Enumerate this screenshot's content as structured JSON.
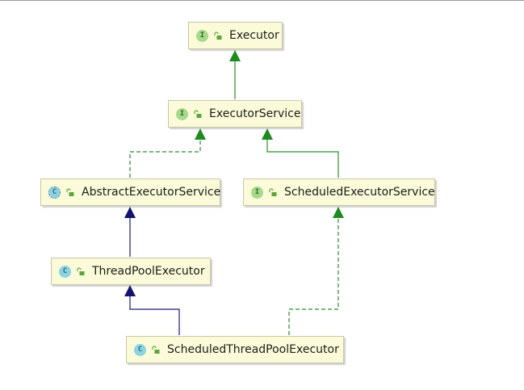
{
  "diagram": {
    "nodes": [
      {
        "id": "executor",
        "label": "Executor",
        "kind": "interface",
        "icon": "interface-icon",
        "letter": "I"
      },
      {
        "id": "executor_service",
        "label": "ExecutorService",
        "kind": "interface",
        "icon": "interface-icon",
        "letter": "I"
      },
      {
        "id": "abstract_executor_service",
        "label": "AbstractExecutorService",
        "kind": "abstract",
        "icon": "abstract-class-icon",
        "letter": "C"
      },
      {
        "id": "scheduled_executor_service",
        "label": "ScheduledExecutorService",
        "kind": "interface",
        "icon": "interface-icon",
        "letter": "I"
      },
      {
        "id": "thread_pool_executor",
        "label": "ThreadPoolExecutor",
        "kind": "class",
        "icon": "class-icon",
        "letter": "C"
      },
      {
        "id": "scheduled_thread_pool_executor",
        "label": "ScheduledThreadPoolExecutor",
        "kind": "class",
        "icon": "class-icon",
        "letter": "C"
      }
    ],
    "edges": [
      {
        "from": "executor_service",
        "to": "executor",
        "relation": "extends-interface",
        "style": "solid",
        "color": "#2e8b2e"
      },
      {
        "from": "abstract_executor_service",
        "to": "executor_service",
        "relation": "implements",
        "style": "dashed",
        "color": "#2e8b2e"
      },
      {
        "from": "scheduled_executor_service",
        "to": "executor_service",
        "relation": "extends-interface",
        "style": "solid",
        "color": "#2e8b2e"
      },
      {
        "from": "thread_pool_executor",
        "to": "abstract_executor_service",
        "relation": "extends",
        "style": "solid",
        "color": "#1a1a7a"
      },
      {
        "from": "scheduled_thread_pool_executor",
        "to": "thread_pool_executor",
        "relation": "extends",
        "style": "solid",
        "color": "#1a1a7a"
      },
      {
        "from": "scheduled_thread_pool_executor",
        "to": "scheduled_executor_service",
        "relation": "implements",
        "style": "dashed",
        "color": "#2e8b2e"
      }
    ],
    "colors": {
      "node_fill": "#fbfbd9",
      "node_border": "#c8c8a8",
      "interface_badge": "#a9d98a",
      "class_badge": "#8fd3e3",
      "implements_arrow": "#2e8b2e",
      "extends_arrow": "#1a1a7a"
    }
  }
}
